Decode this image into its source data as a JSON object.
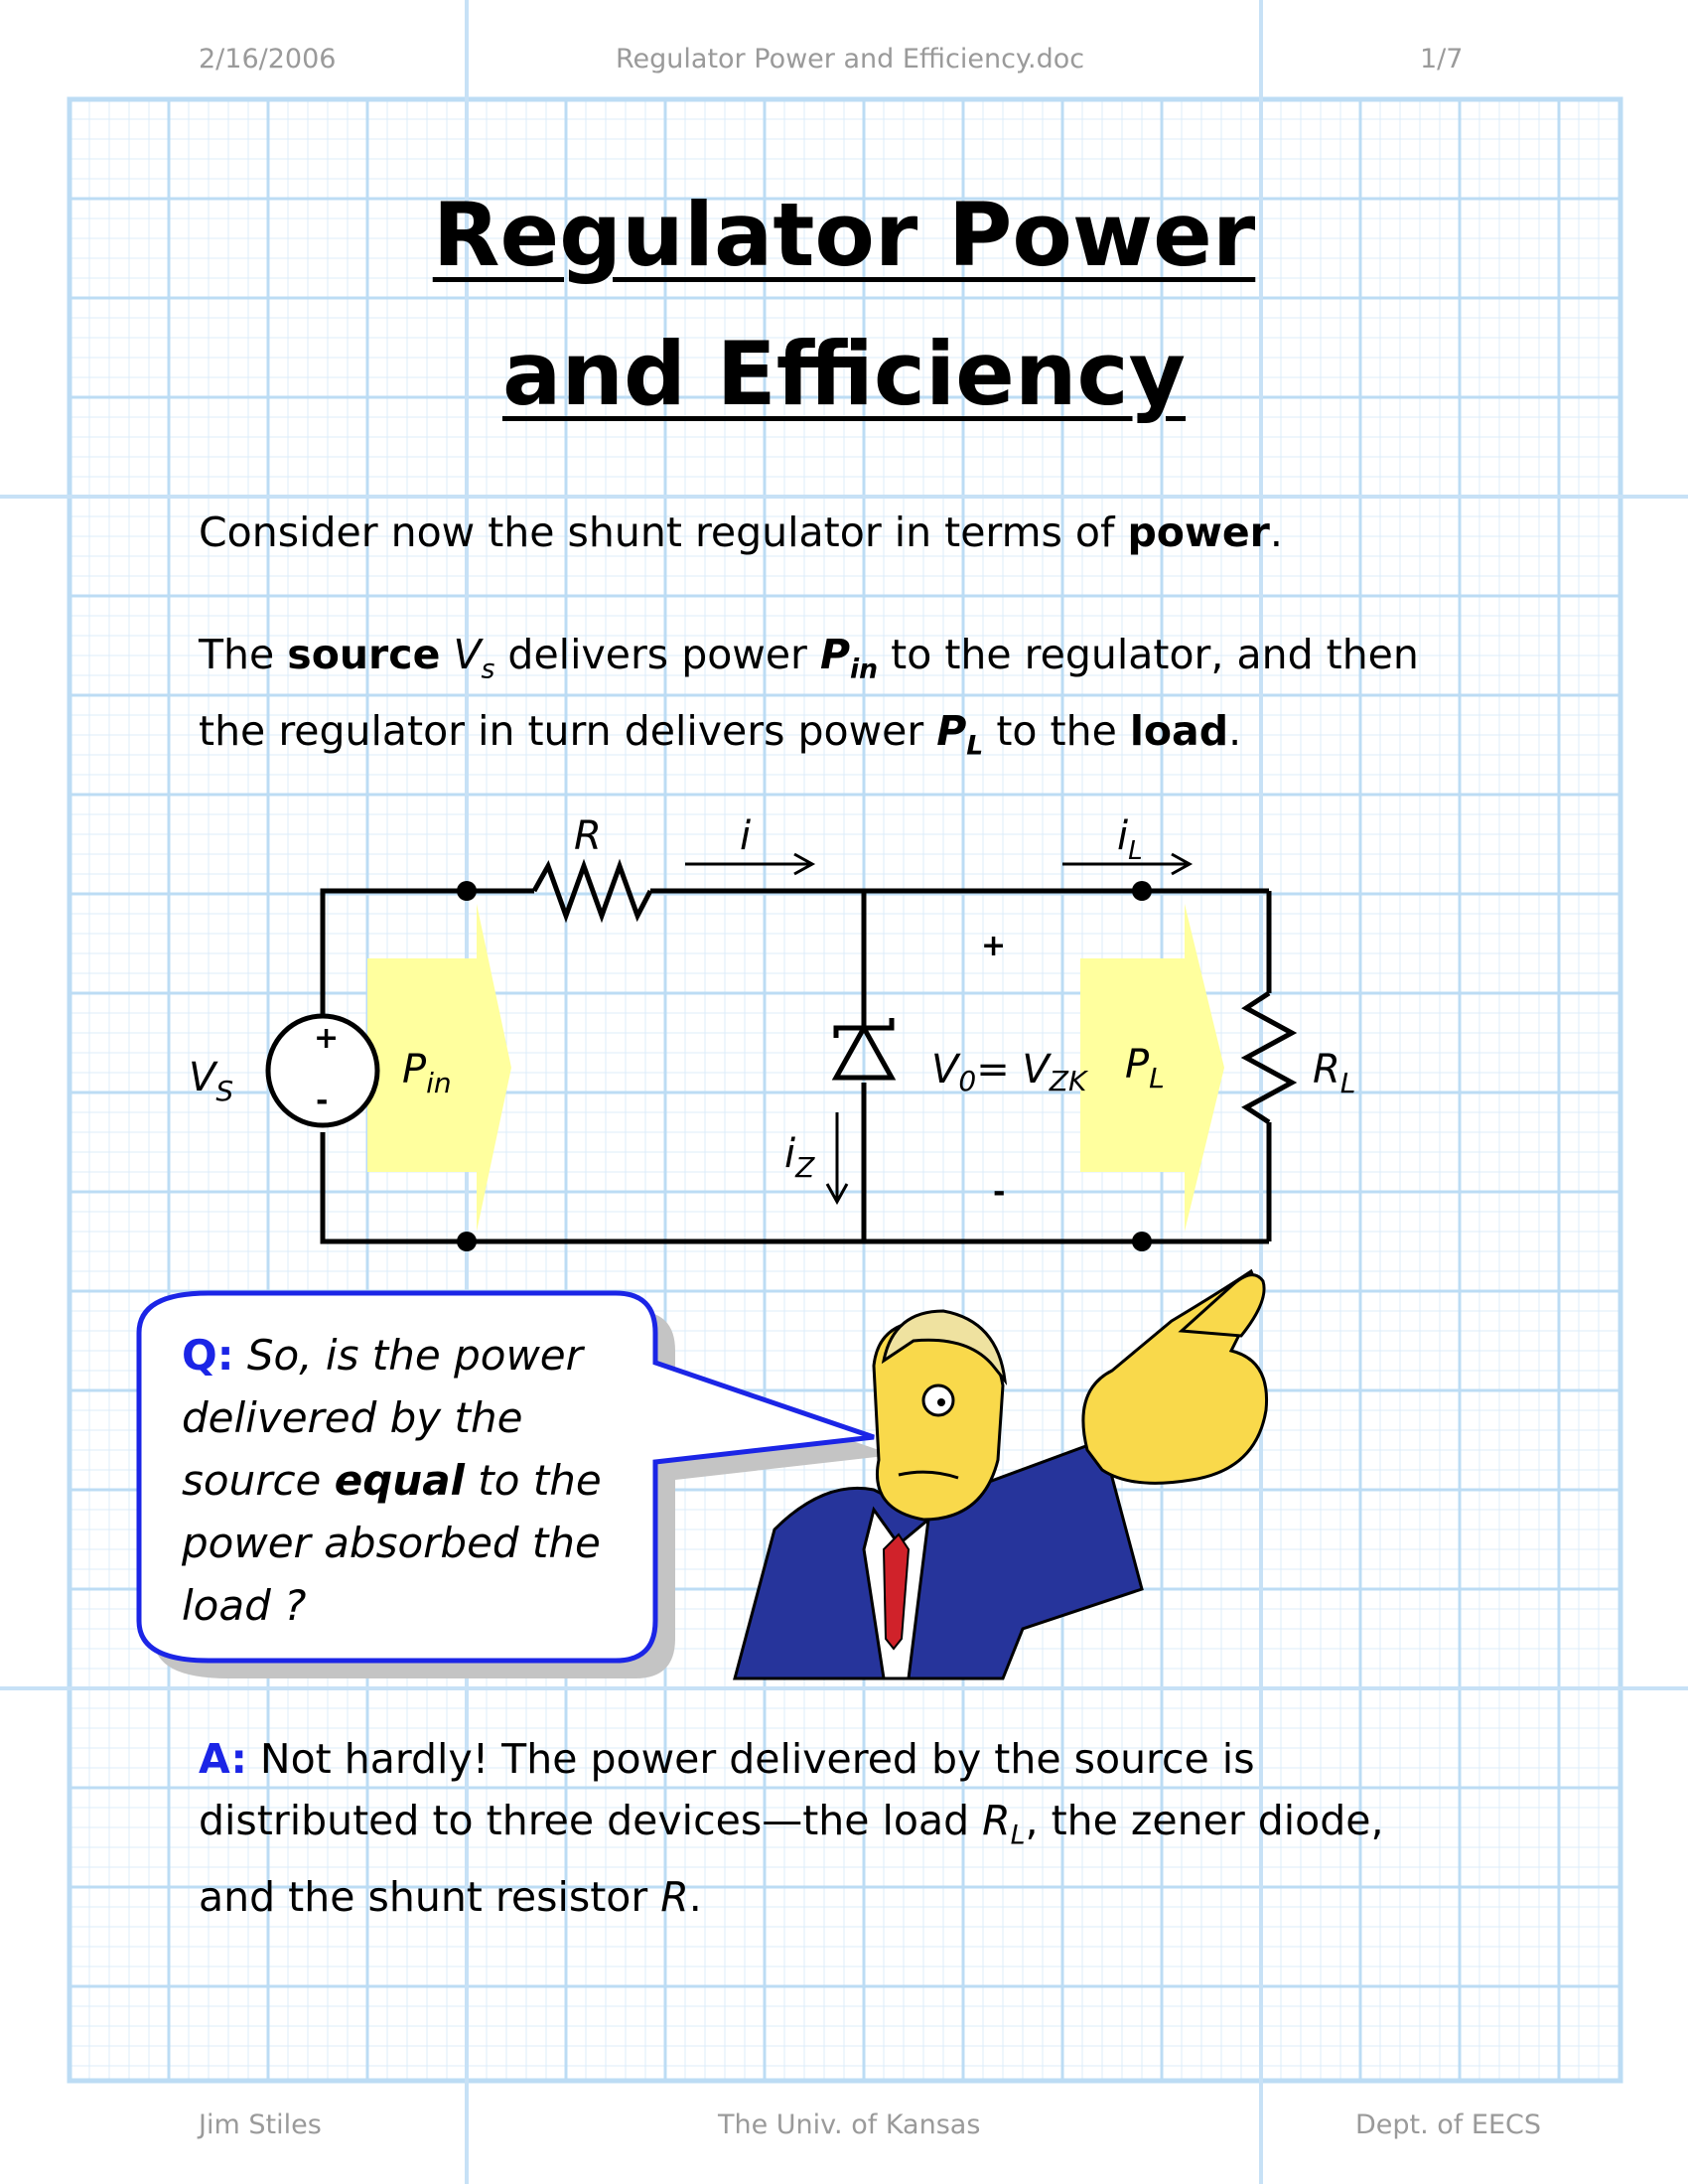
{
  "header": {
    "date": "2/16/2006",
    "filename": "Regulator Power and Efficiency.doc",
    "page": "1/7"
  },
  "footer": {
    "author": "Jim Stiles",
    "university": "The Univ. of Kansas",
    "dept": "Dept. of EECS"
  },
  "title": {
    "line1": "Regulator Power",
    "line2": "and Efficiency"
  },
  "intro": {
    "a": "Consider now the shunt regulator in terms of ",
    "b": "power",
    "c": "."
  },
  "para2": {
    "t1": "The ",
    "source": "source",
    "t2": " ",
    "vs": "V",
    "vs_sub": "s",
    "t3": " delivers power ",
    "pin": "P",
    "pin_sub": "in",
    "t4": " to the regulator, and then",
    "t5": "the regulator in turn delivers power ",
    "pl": "P",
    "pl_sub": "L",
    "t6": " to the ",
    "load": "load",
    "t7": "."
  },
  "circuit": {
    "R": "R",
    "i": "i",
    "iL": "i",
    "iL_sub": "L",
    "plus_top": "+",
    "minus_bottom": "-",
    "src_plus": "+",
    "src_minus": "-",
    "VS": "V",
    "VS_sub": "S",
    "Pin": "P",
    "Pin_sub": "in",
    "V0": "V",
    "V0_sub": "0",
    "eq": "= V",
    "VZK_sub": "ZK",
    "PL": "P",
    "PL_sub": "L",
    "RL": "R",
    "RL_sub": "L",
    "iZ": "i",
    "iZ_sub": "Z",
    "arrow_color": "#ffff9e",
    "wire_color": "#000000"
  },
  "bubble": {
    "q": "Q:",
    "t1": " So, is the power",
    "t2": "delivered by the",
    "t3": "source ",
    "equal": "equal",
    "t4": " to the",
    "t5": "power absorbed the",
    "t6": "load ?"
  },
  "answer": {
    "a": "A:",
    "t1": " Not hardly! The power delivered by the source is",
    "t2": "distributed to three devices—the load ",
    "rl": "R",
    "rl_sub": "L",
    "t3": ", the zener diode,",
    "t4": "and the shunt resistor ",
    "r": "R",
    "t5": "."
  },
  "colors": {
    "grid": "#c9e3f7",
    "accent_blue": "#1b25e6",
    "gray": "#9a9a9a"
  }
}
